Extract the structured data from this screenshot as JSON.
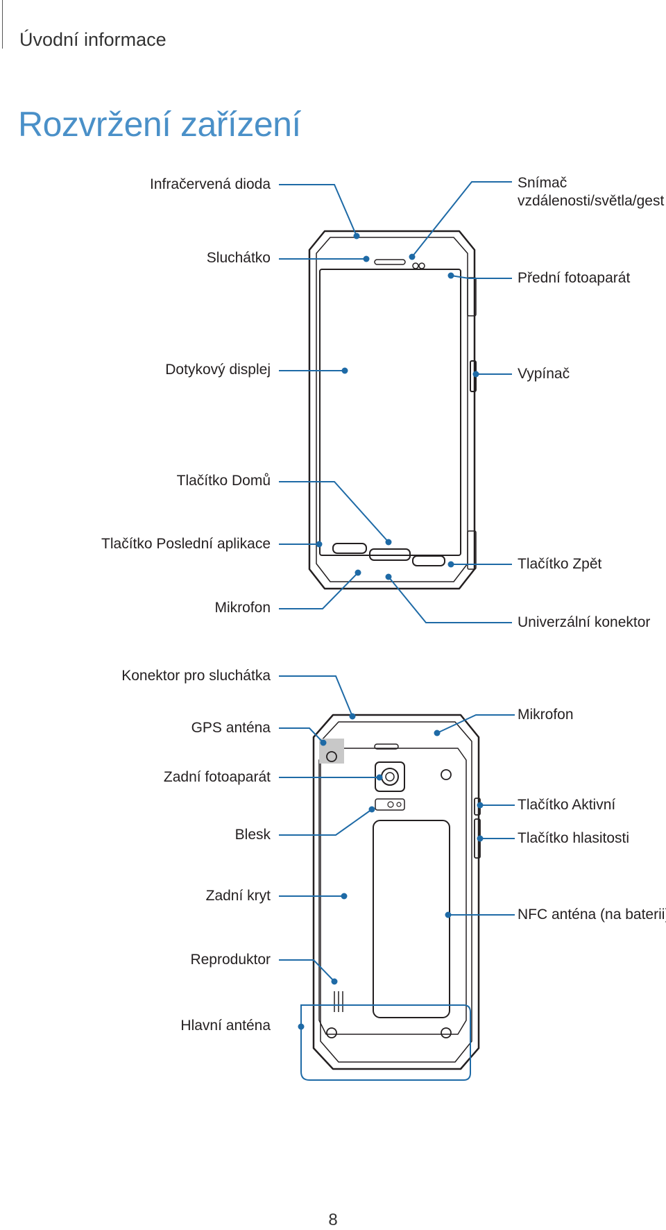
{
  "header": {
    "section": "Úvodní informace"
  },
  "title": "Rozvržení zařízení",
  "front": {
    "infrared": "Infračervená dioda",
    "earpiece": "Sluchátko",
    "touchscreen": "Dotykový displej",
    "home": "Tlačítko Domů",
    "recent": "Tlačítko Poslední aplikace",
    "mic": "Mikrofon",
    "sensor_l1": "Snímač",
    "sensor_l2": "vzdálenosti/světla/gest",
    "front_camera": "Přední fotoaparát",
    "power": "Vypínač",
    "back_key": "Tlačítko Zpět",
    "usb": "Univerzální konektor"
  },
  "rear": {
    "headset": "Konektor pro sluchátka",
    "gps": "GPS anténa",
    "rear_camera": "Zadní fotoaparát",
    "flash": "Blesk",
    "back_cover": "Zadní kryt",
    "speaker": "Reproduktor",
    "main_antenna": "Hlavní anténa",
    "mic": "Mikrofon",
    "active_key": "Tlačítko Aktivní",
    "volume": "Tlačítko hlasitosti",
    "nfc": "NFC anténa (na baterii)"
  },
  "page_number": "8",
  "colors": {
    "accent": "#4a90c8",
    "callout": "#1e6aa6",
    "device": "#231f20"
  }
}
